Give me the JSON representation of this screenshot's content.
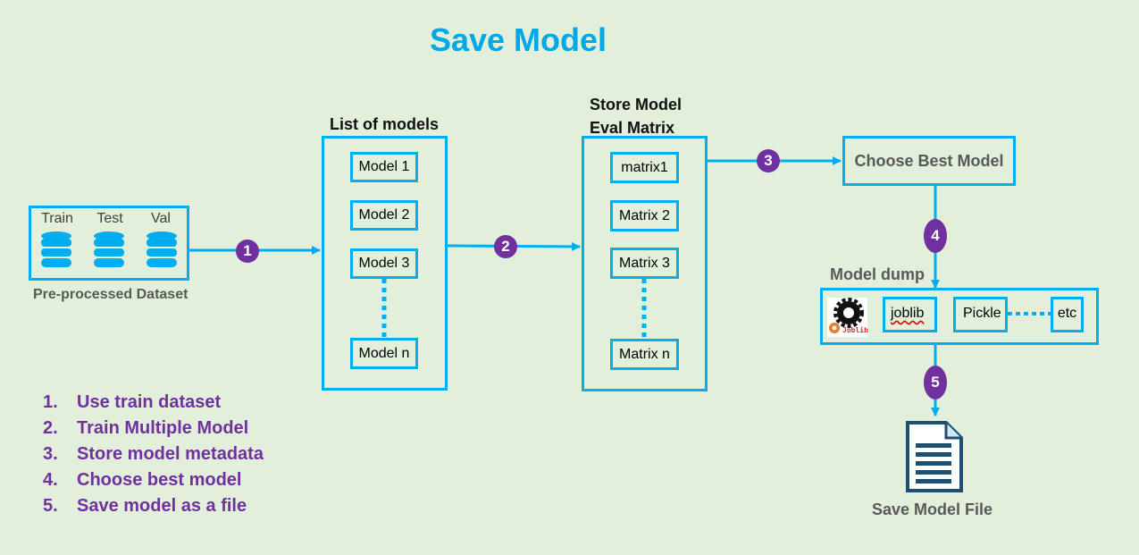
{
  "title": "Save Model",
  "dataset": {
    "labels": [
      "Train",
      "Test",
      "Val"
    ],
    "caption": "Pre-processed Dataset"
  },
  "models": {
    "heading": "List of models",
    "items": [
      "Model 1",
      "Model 2",
      "Model 3",
      "Model n"
    ]
  },
  "eval": {
    "heading_line1": "Store Model",
    "heading_line2": "Eval Matrix",
    "items": [
      "matrix1",
      "Matrix 2",
      "Matrix 3",
      "Matrix n"
    ]
  },
  "best": {
    "label": "Choose Best Model"
  },
  "dump": {
    "heading": "Model dump",
    "logo_text": "Joblib",
    "items": [
      "joblib",
      "Pickle",
      "etc"
    ]
  },
  "file": {
    "caption": "Save Model File"
  },
  "badges": [
    "1",
    "2",
    "3",
    "4",
    "5"
  ],
  "steps": [
    {
      "num": "1.",
      "text": "Use train dataset"
    },
    {
      "num": "2.",
      "text": "Train Multiple Model"
    },
    {
      "num": "3.",
      "text": "Store model metadata"
    },
    {
      "num": "4.",
      "text": "Choose best model"
    },
    {
      "num": "5.",
      "text": "Save model as a file"
    }
  ],
  "colors": {
    "background": "#e2efda",
    "accent": "#00aeef",
    "badge": "#7030a0",
    "step_text": "#7030a0"
  },
  "icons": [
    "database-icon",
    "joblib-logo-icon",
    "document-icon",
    "arrow-icon"
  ]
}
